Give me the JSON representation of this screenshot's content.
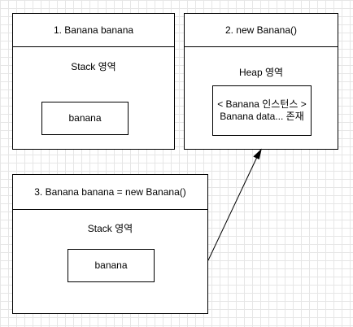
{
  "panels": {
    "declare": {
      "title": "1. Banana banana",
      "region": "Stack 영역",
      "variable": "banana"
    },
    "instantiate": {
      "title": "2. new Banana()",
      "region": "Heap 영역",
      "object_lines": [
        "< Banana 인스턴스 >",
        "Banana data... 존재"
      ]
    },
    "assign": {
      "title": "3. Banana banana = new Banana()",
      "region": "Stack 영역",
      "variable": "banana"
    }
  },
  "colors": {
    "stroke": "#000000",
    "grid": "#e6e6e6",
    "background": "#ffffff"
  }
}
